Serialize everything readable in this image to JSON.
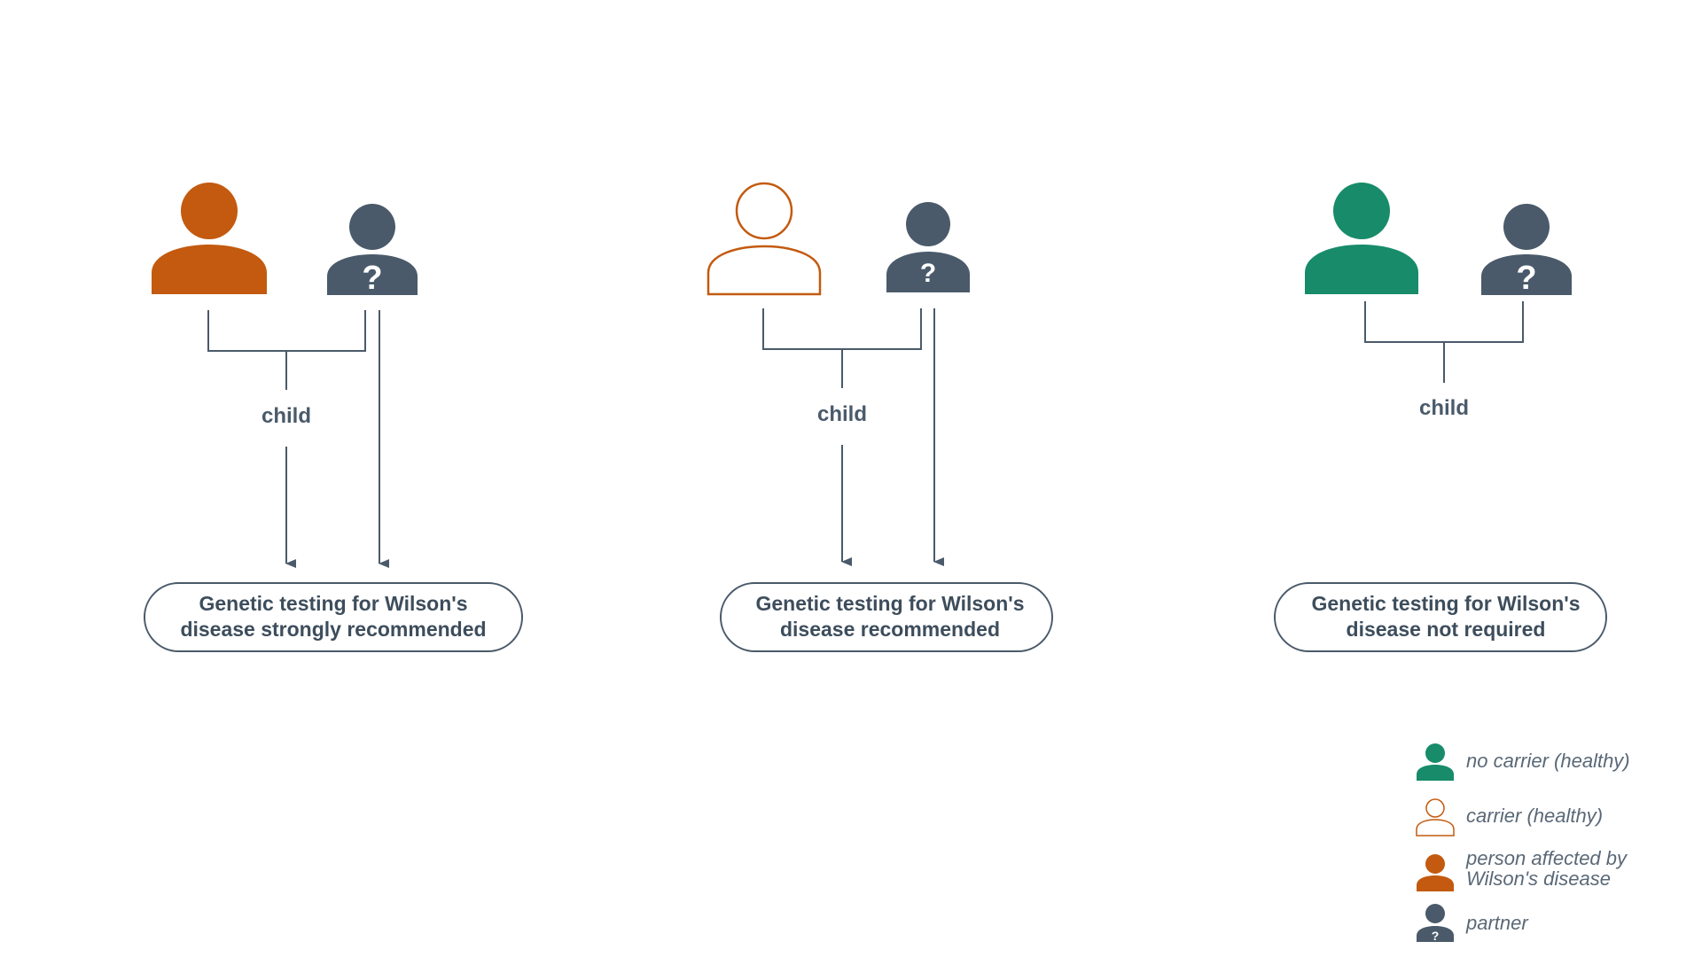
{
  "colors": {
    "affected": "#c35a0f",
    "carrier": "#c35a0f",
    "no_carrier": "#178b6a",
    "partner": "#4a5a6a",
    "line": "#4a5a6a"
  },
  "scenarios": [
    {
      "parent": "person affected by Wilson's disease",
      "partner_mark": "?",
      "child_label": "child",
      "result_line1": "Genetic testing for Wilson's",
      "result_line2": "disease strongly recommended"
    },
    {
      "parent": "carrier (healthy)",
      "partner_mark": "?",
      "child_label": "child",
      "result_line1": "Genetic testing for Wilson's",
      "result_line2": "disease recommended"
    },
    {
      "parent": "no carrier (healthy)",
      "partner_mark": "?",
      "child_label": "child",
      "result_line1": "Genetic testing for Wilson's",
      "result_line2": "disease not required"
    }
  ],
  "legend": {
    "no_carrier": "no carrier (healthy)",
    "carrier": "carrier (healthy)",
    "affected_line1": "person affected by",
    "affected_line2": "Wilson's disease",
    "partner": "partner",
    "partner_mark": "?"
  }
}
